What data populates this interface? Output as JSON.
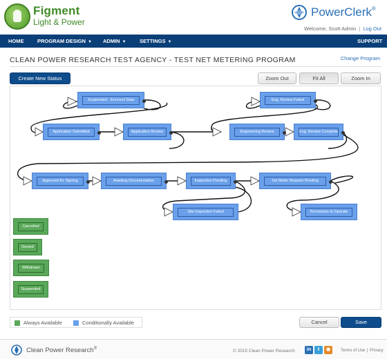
{
  "header": {
    "brand_name": "Figment",
    "brand_sub": "Light & Power",
    "app_name": "PowerClerk",
    "app_tm": "®",
    "welcome": "Welcome, Scott Admin",
    "logout": "Log Out"
  },
  "nav": {
    "home": "HOME",
    "program_design": "PROGRAM DESIGN",
    "admin": "ADMIN",
    "settings": "SETTINGS",
    "support": "SUPPORT"
  },
  "page": {
    "title": "CLEAN POWER RESEARCH TEST AGENCY - TEST NET METERING PROGRAM",
    "change_program": "Change Program",
    "create_status": "Create New Status",
    "zoom_out": "Zoom Out",
    "fit_all": "Fit All",
    "zoom_in": "Zoom In"
  },
  "statuses": {
    "suspended_incorrect": "Suspended - Incorrect Data",
    "eng_review_failed": "Eng. Review Failed",
    "application_submitted": "Application Submitted",
    "application_review": "Application Review",
    "engineering_review": "Engineering Review",
    "eng_review_complete": "Eng. Review Complete",
    "approved_for_signing": "Approved for Signing",
    "awaiting_documentation": "Awaiting Documentation",
    "inspection_pending": "Inspection Pending",
    "set_meter_request_pending": "Set Meter Request Pending",
    "site_inspection_failed": "Site Inspection Failed",
    "permission_to_operate": "Permission to Operate",
    "cancelled": "Cancelled",
    "denied": "Denied",
    "withdrawn": "Withdrawn",
    "suspended": "Suspended"
  },
  "legend": {
    "always_available": "Always Available",
    "conditionally_available": "Conditionally Available",
    "always_color": "#5aa85a",
    "conditional_color": "#6aa0ea"
  },
  "actions": {
    "cancel": "Cancel",
    "save": "Save"
  },
  "footer": {
    "company": "Clean Power Research",
    "company_tm": "®",
    "copyright": "© 2015  Clean Power Research",
    "terms": "Terms of Use",
    "privacy": "Privacy",
    "sep": "|"
  },
  "icons": {
    "brand": "lightbulb-icon",
    "powerclerk": "powerclerk-logo-icon",
    "cpr": "clean-power-research-logo-icon",
    "linkedin": "linkedin-icon",
    "twitter": "twitter-icon",
    "rss": "rss-icon"
  }
}
